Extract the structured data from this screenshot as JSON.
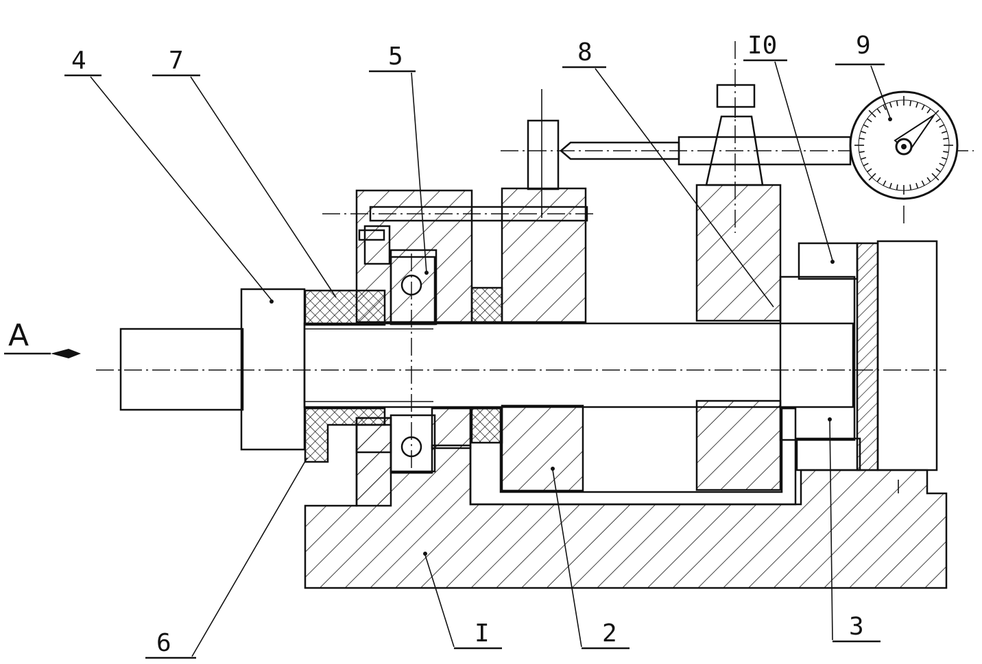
{
  "labels": {
    "l1": "I",
    "l2": "2",
    "l3": "3",
    "l4": "4",
    "l5": "5",
    "l6": "6",
    "l7": "7",
    "l8": "8",
    "l9": "9",
    "l10": "I0",
    "view": "A"
  },
  "colors": {
    "ink": "#111111",
    "paper": "#ffffff"
  }
}
